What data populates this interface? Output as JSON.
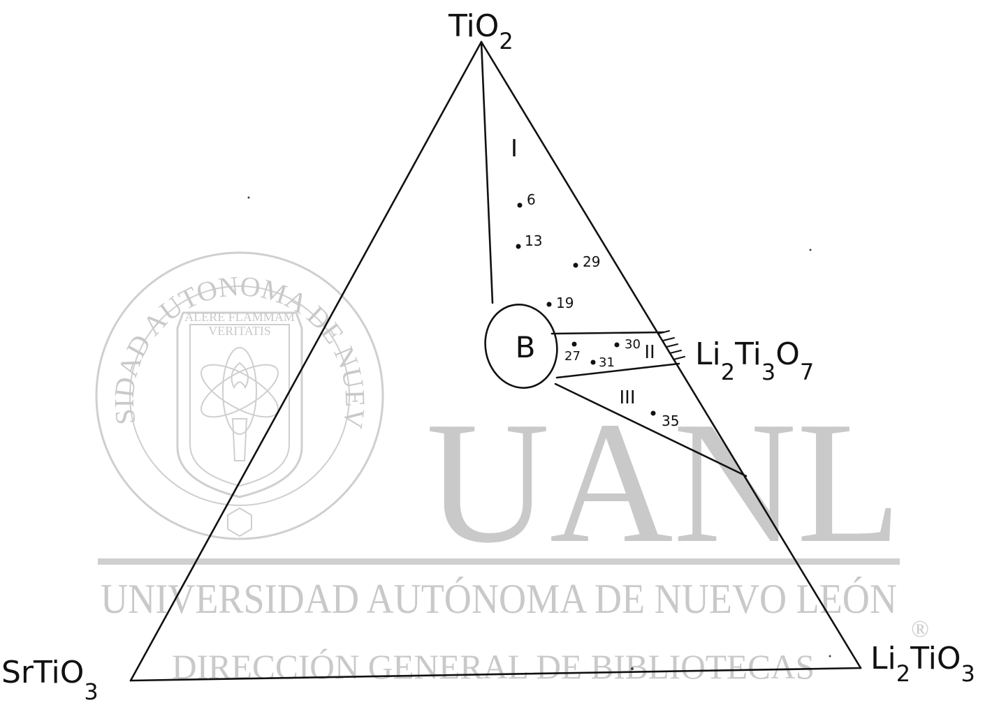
{
  "watermark": {
    "logo_text": "UANL",
    "university": "UNIVERSIDAD AUTÓNOMA DE NUEVO LEÓN",
    "division": "DIRECCIÓN GENERAL DE BIBLIOTECAS",
    "registered_mark": "®",
    "seal_ring_text": "UNIVERSIDAD AUTONOMA DE NUEVO LEON",
    "seal_motto_line1": "ALERE FLAMMAM",
    "seal_motto_line2": "VERITATIS",
    "color": "#c9c9c9"
  },
  "diagram": {
    "vertices": {
      "top": {
        "name": "TiO",
        "sub": "2"
      },
      "left": {
        "name": "SrTiO",
        "sub": "3"
      },
      "right": {
        "pre": "Li",
        "pre_sub": "2",
        "name": "TiO",
        "sub": "3"
      }
    },
    "edge_compound": {
      "p1": "Li",
      "s1": "2",
      "p2": "Ti",
      "s2": "3",
      "p3": "O",
      "s3": "7"
    },
    "regions": [
      "I",
      "II",
      "III"
    ],
    "phase_label": "B",
    "samples": [
      "6",
      "13",
      "29",
      "19",
      "27",
      "30",
      "31",
      "35"
    ],
    "line_color": "#111111"
  }
}
